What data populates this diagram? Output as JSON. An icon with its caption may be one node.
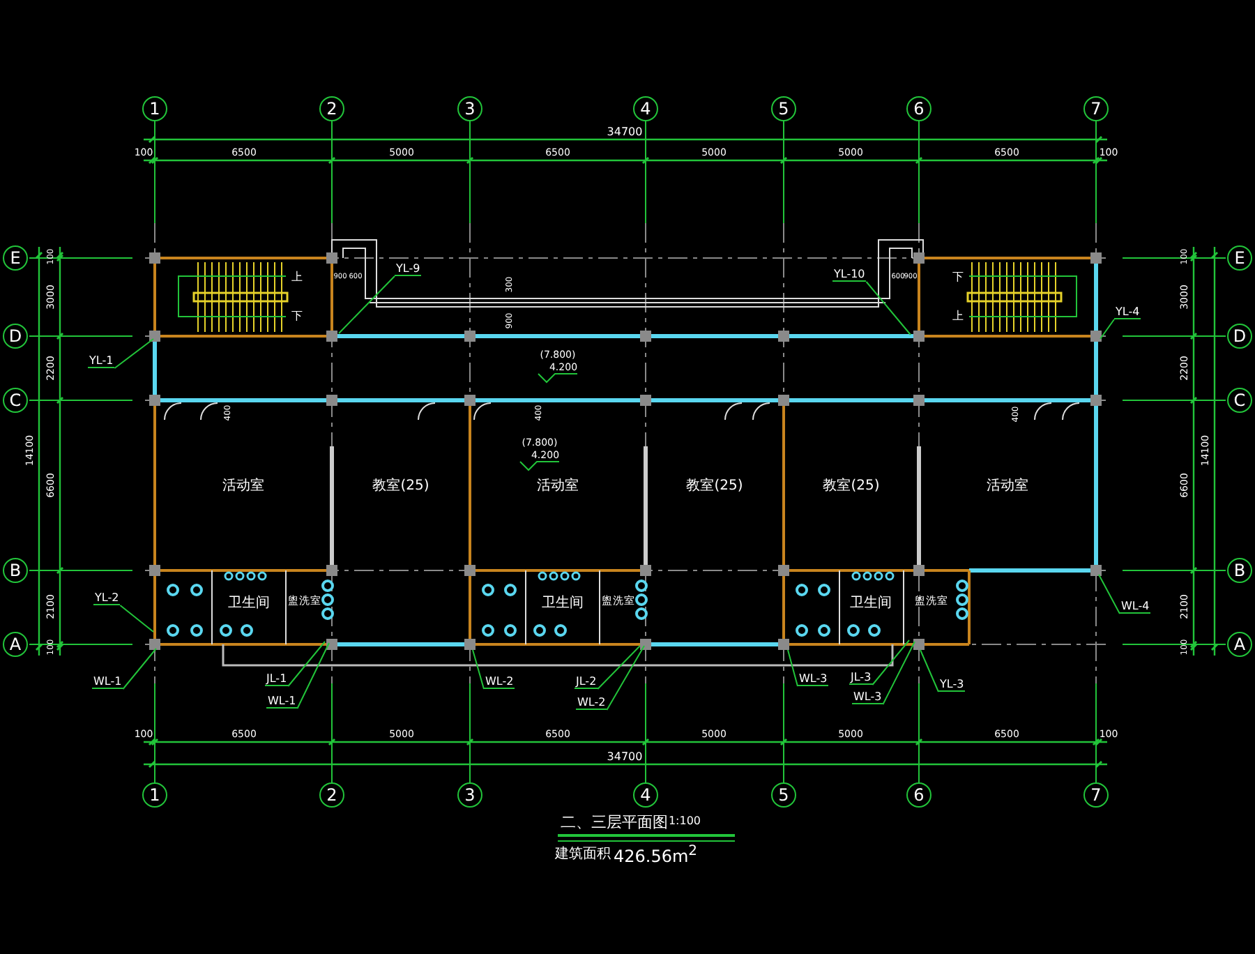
{
  "diagram": {
    "title": "二、三层平面图",
    "nodes": [
      {
        "text": [
          "1"
        ]
      },
      {
        "text": [
          "2"
        ]
      },
      {
        "text": [
          "3"
        ]
      },
      {
        "text": [
          "4"
        ]
      },
      {
        "text": [
          "5"
        ]
      },
      {
        "text": [
          "6"
        ]
      },
      {
        "text": [
          "7"
        ]
      },
      {
        "text": [
          "E"
        ]
      },
      {
        "text": [
          "D"
        ]
      },
      {
        "text": [
          "C"
        ]
      },
      {
        "text": [
          "B"
        ]
      },
      {
        "text": [
          "A"
        ]
      },
      {
        "text": [
          "E"
        ]
      },
      {
        "text": [
          "D"
        ]
      },
      {
        "text": [
          "C"
        ]
      },
      {
        "text": [
          "B"
        ]
      },
      {
        "text": [
          "A"
        ]
      },
      {
        "text": [
          "1"
        ]
      },
      {
        "text": [
          "2"
        ]
      },
      {
        "text": [
          "3"
        ]
      },
      {
        "text": [
          "4"
        ]
      },
      {
        "text": [
          "5"
        ]
      },
      {
        "text": [
          "6"
        ]
      },
      {
        "text": [
          "7"
        ]
      },
      {
        "text": [
          "活动室"
        ]
      },
      {
        "text": [
          "教室(25)"
        ]
      },
      {
        "text": [
          "活动室"
        ]
      },
      {
        "text": [
          "教室(25)"
        ]
      },
      {
        "text": [
          "教室(25)"
        ]
      },
      {
        "text": [
          "活动室"
        ]
      },
      {
        "text": [
          "卫生间"
        ]
      },
      {
        "text": [
          "盥洗室"
        ]
      },
      {
        "text": [
          "卫生间"
        ]
      },
      {
        "text": [
          "盥洗室"
        ]
      },
      {
        "text": [
          "卫生间"
        ]
      },
      {
        "text": [
          "盥洗室"
        ]
      },
      {
        "text": [
          "YL-9"
        ]
      },
      {
        "text": [
          "YL-10"
        ]
      },
      {
        "text": [
          "YL-4"
        ]
      },
      {
        "text": [
          "YL-1"
        ]
      },
      {
        "text": [
          "YL-2"
        ]
      },
      {
        "text": [
          "WL-1"
        ]
      },
      {
        "text": [
          "JL-1"
        ]
      },
      {
        "text": [
          "WL-1"
        ]
      },
      {
        "text": [
          "WL-2"
        ]
      },
      {
        "text": [
          "JL-2"
        ]
      },
      {
        "text": [
          "WL-2"
        ]
      },
      {
        "text": [
          "WL-3"
        ]
      },
      {
        "text": [
          "JL-3"
        ]
      },
      {
        "text": [
          "WL-3"
        ]
      },
      {
        "text": [
          "YL-3"
        ]
      },
      {
        "text": [
          "WL-4"
        ]
      }
    ],
    "edges": [
      {
        "from": 36,
        "to": null,
        "arrow": "none"
      },
      {
        "from": 37,
        "to": null,
        "arrow": "none"
      },
      {
        "from": 38,
        "to": null,
        "arrow": "none"
      },
      {
        "from": 39,
        "to": null,
        "arrow": "none"
      },
      {
        "from": 40,
        "to": null,
        "arrow": "none"
      },
      {
        "from": 41,
        "to": null,
        "arrow": "none"
      },
      {
        "from": 42,
        "to": null,
        "arrow": "none"
      },
      {
        "from": 43,
        "to": null,
        "arrow": "none"
      },
      {
        "from": 44,
        "to": null,
        "arrow": "none"
      },
      {
        "from": 45,
        "to": null,
        "arrow": "none"
      },
      {
        "from": 46,
        "to": null,
        "arrow": "none"
      },
      {
        "from": 47,
        "to": null,
        "arrow": "none"
      },
      {
        "from": 48,
        "to": null,
        "arrow": "none"
      },
      {
        "from": 49,
        "to": null,
        "arrow": "none"
      },
      {
        "from": 50,
        "to": null,
        "arrow": "none"
      },
      {
        "from": 51,
        "to": null,
        "arrow": "none"
      }
    ],
    "labels": [
      "34700",
      "100",
      "6500",
      "5000",
      "6500",
      "5000",
      "5000",
      "6500",
      "100",
      "100",
      "3000",
      "2200",
      "6600",
      "2100",
      "100",
      "14100",
      "100",
      "3000",
      "2200",
      "6600",
      "2100",
      "100",
      "14100",
      "100",
      "6500",
      "5000",
      "6500",
      "5000",
      "5000",
      "6500",
      "100",
      "34700",
      "(7.800)",
      "4.200",
      "(7.800)",
      "4.200",
      "900",
      "600",
      "300",
      "900",
      "600",
      "900",
      "400",
      "400",
      "400",
      "上",
      "下",
      "下",
      "上",
      "1:100",
      "建筑面积",
      "426.56m$^{2}$"
    ]
  }
}
